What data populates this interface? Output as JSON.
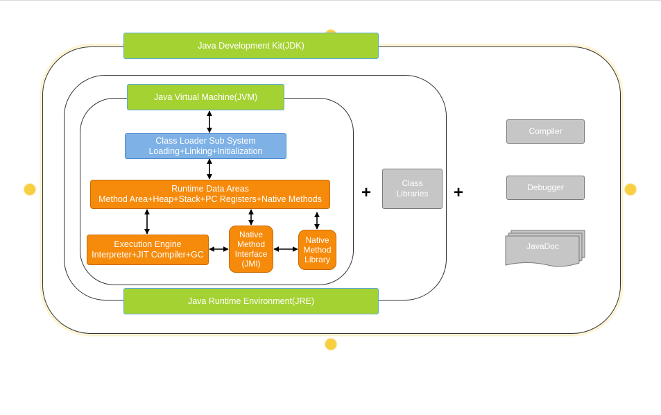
{
  "jdk": {
    "label": "Java Development Kit(JDK)"
  },
  "jre": {
    "label": "Java Runtime Environment(JRE)"
  },
  "jvm": {
    "label": "Java Virtual Machine(JVM)"
  },
  "class_loader": {
    "line1": "Class Loader Sub System",
    "line2": "Loading+Linking+Initialization"
  },
  "runtime_data_areas": {
    "line1": "Runtime Data Areas",
    "line2": "Method Area+Heap+Stack+PC Registers+Native Methods"
  },
  "execution_engine": {
    "line1": "Execution Engine",
    "line2": "Interpreter+JIT Compiler+GC"
  },
  "native_interface": {
    "line1": "Native",
    "line2": "Method",
    "line3": "Interface",
    "line4": "(JMI)"
  },
  "native_library": {
    "line1": "Native",
    "line2": "Method",
    "line3": "Library"
  },
  "class_libraries": {
    "line1": "Class",
    "line2": "Libraries"
  },
  "tools": {
    "compiler": "Compiler",
    "debugger": "Debugger",
    "javadoc": "JavaDoc"
  },
  "operators": {
    "plus1": "+",
    "plus2": "+"
  },
  "colors": {
    "green": "#a5d233",
    "blue": "#7eb1e6",
    "orange": "#f68a0a",
    "gray": "#c6c6c6",
    "handle": "#f9cf42"
  }
}
